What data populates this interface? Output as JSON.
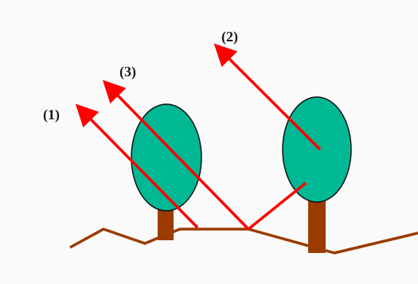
{
  "labels": {
    "path_1": "(1)",
    "path_2": "(2)",
    "path_3": "(3)"
  },
  "colors": {
    "background": "#fafafa",
    "ray": "#ff0000",
    "ground": "#9b3b00",
    "trunk": "#9b3b00",
    "canopy_fill": "#00b894",
    "canopy_outline": "#111111",
    "label_text": "#1a1a1a"
  }
}
